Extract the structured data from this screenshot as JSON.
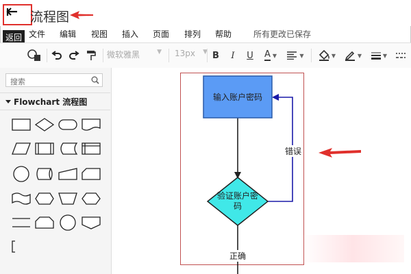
{
  "header": {
    "title": "流程图",
    "back_tooltip": "返回"
  },
  "menu": {
    "items": [
      "文件",
      "编辑",
      "视图",
      "插入",
      "页面",
      "排列",
      "帮助"
    ],
    "save_status": "所有更改已保存"
  },
  "toolbar": {
    "font": "微软雅黑",
    "font_size": "13px",
    "bold": "B",
    "italic": "I",
    "underline": "U",
    "font_color": "A"
  },
  "sidebar": {
    "search_placeholder": "搜索",
    "category": "Flowchart 流程图"
  },
  "diagram": {
    "node_input": "输入账户密码",
    "node_verify_line1": "验证账户密",
    "node_verify_line2": "码",
    "edge_error": "错误",
    "edge_correct": "正确"
  },
  "colors": {
    "accent_red": "#e0302c",
    "process_fill": "#5b9bf5",
    "decision_fill": "#40e8e8",
    "error_edge": "#1a1aa8"
  }
}
